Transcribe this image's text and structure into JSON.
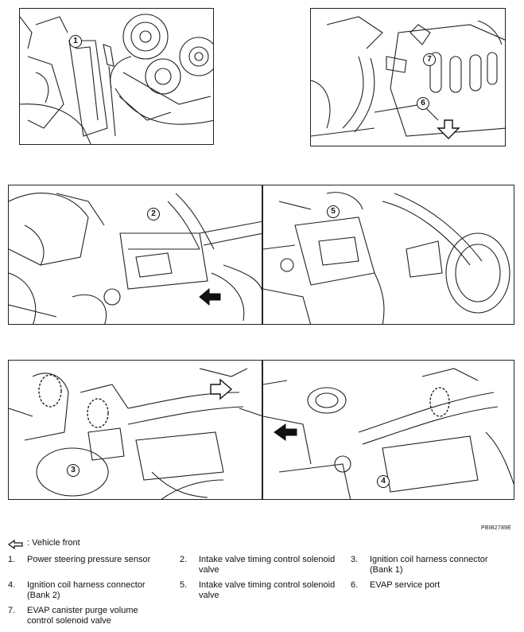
{
  "figure_code": "PBIB2789E",
  "legend": {
    "icon": "hollow-arrow-left-icon",
    "text": ": Vehicle front"
  },
  "callouts": [
    "1",
    "2",
    "3",
    "4",
    "5",
    "6",
    "7"
  ],
  "items": [
    {
      "num": "1.",
      "label": "Power steering pressure sensor"
    },
    {
      "num": "2.",
      "label": "Intake valve timing control solenoid valve"
    },
    {
      "num": "3.",
      "label": "Ignition coil harness connector (Bank 1)"
    },
    {
      "num": "4.",
      "label": "Ignition coil harness connector (Bank 2)"
    },
    {
      "num": "5.",
      "label": "Intake valve timing control solenoid valve"
    },
    {
      "num": "6.",
      "label": "EVAP service port"
    },
    {
      "num": "7.",
      "label": "EVAP canister purge volume control solenoid valve"
    }
  ]
}
